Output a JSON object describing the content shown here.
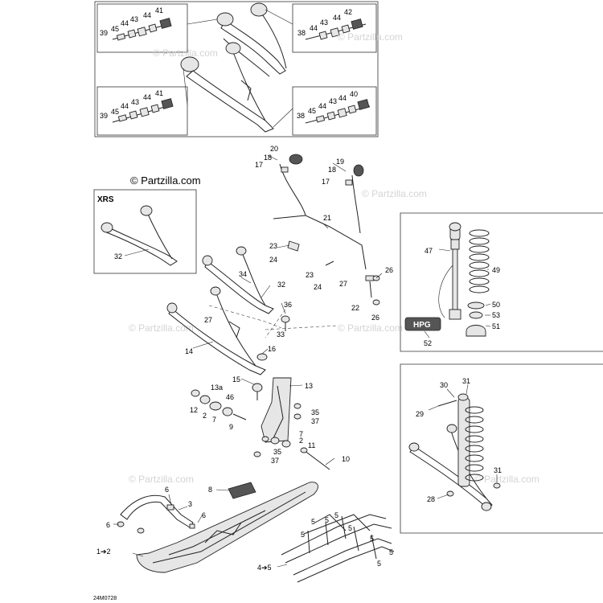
{
  "watermark": "© Partzilla.com",
  "section_label": "XRS",
  "drawing_code": "24M0728",
  "logo_text": "HPG",
  "labels": {
    "tl_39": "39",
    "tl_45": "45",
    "tl_44a": "44",
    "tl_43": "43",
    "tl_44b": "44",
    "tl_41": "41",
    "tr_38": "38",
    "tr_44a": "44",
    "tr_43": "43",
    "tr_44b": "44",
    "tr_42": "42",
    "bl_39": "39",
    "bl_45": "45",
    "bl_44a": "44",
    "bl_43": "43",
    "bl_44b": "44",
    "bl_41": "41",
    "br_38": "38",
    "br_45": "45",
    "br_44a": "44",
    "br_43": "43",
    "br_44b": "44",
    "br_40": "40",
    "p20": "20",
    "p18a": "18",
    "p17a": "17",
    "p19": "19",
    "p18b": "18",
    "p17b": "17",
    "p21": "21",
    "p23a": "23",
    "p24a": "24",
    "p23b": "23",
    "p24b": "24",
    "p27a": "27",
    "p26a": "26",
    "p22": "22",
    "p26b": "26",
    "p32a": "32",
    "p34": "34",
    "p32b": "32",
    "p36": "36",
    "p27b": "27",
    "p33": "33",
    "p14": "14",
    "p16": "16",
    "p15": "15",
    "p13": "13",
    "p13a": "13a",
    "p46": "46",
    "p12": "12",
    "p2a": "2",
    "p7a": "7",
    "p9": "9",
    "p35a": "35",
    "p37a": "37",
    "p7b": "7",
    "p2b": "2",
    "p11": "11",
    "p35b": "35",
    "p37b": "37",
    "p10": "10",
    "p47": "47",
    "p49": "49",
    "p50": "50",
    "p53": "53",
    "p51": "51",
    "p52": "52",
    "p30": "30",
    "p31a": "31",
    "p29": "29",
    "p31b": "31",
    "p28": "28",
    "p8": "8",
    "p6a": "6",
    "p3": "3",
    "p6b": "6",
    "p6c": "6",
    "p1to2": "1➔2",
    "p4to5": "4➔5",
    "p5a": "5",
    "p5b": "5",
    "p5c": "5",
    "p5d": "5",
    "p5e": "5",
    "p5f": "5",
    "p5g": "5",
    "p5h": "5"
  }
}
